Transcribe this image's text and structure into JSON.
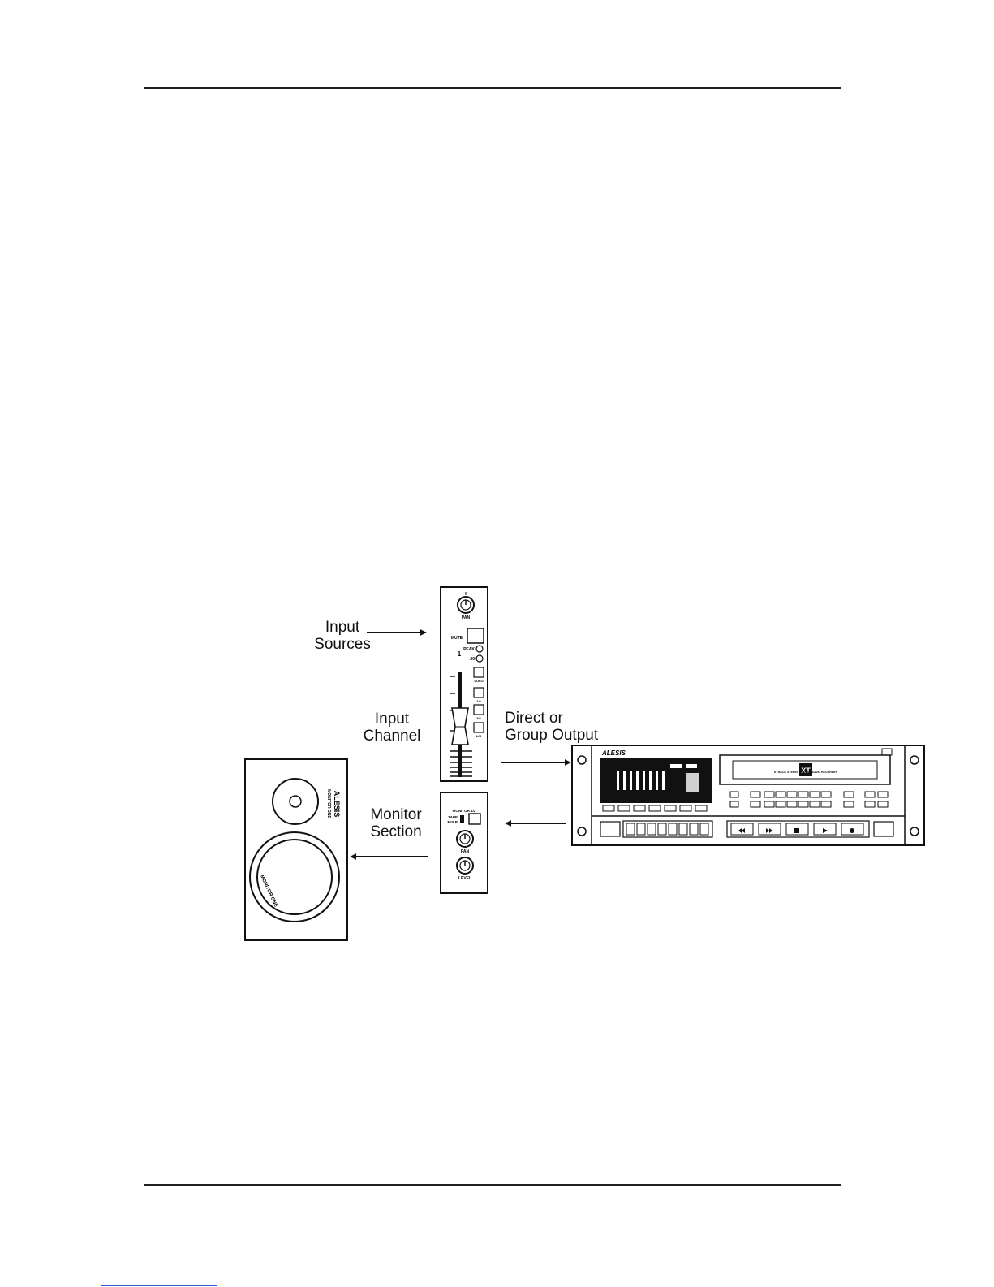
{
  "diagram": {
    "labels": {
      "input_sources": [
        "Input",
        "Sources"
      ],
      "input_channel": [
        "Input",
        "Channel"
      ],
      "direct_output": [
        "Direct or",
        "Group Output"
      ],
      "monitor_section": [
        "Monitor",
        "Section"
      ]
    },
    "channel_strip": {
      "pan": "PAN",
      "mute": "MUTE",
      "peak": "PEAK",
      "channel_number": "1",
      "signal": "-20",
      "solo": "SOLO",
      "button_1_2": "1/2",
      "button_3_4": "3/4",
      "button_lr": "L/R"
    },
    "monitor_strip": {
      "source": "MONITOR 1/2",
      "tape": "TAPE",
      "mix_b": "MIX B",
      "pan": "PAN",
      "level": "LEVEL"
    },
    "recorder": {
      "brand": "ALESIS",
      "model": "XT",
      "tape_label": "8 TRACK STEREO DIGITAL AUDIO RECORDER"
    },
    "speaker": {
      "brand": "ALESIS",
      "model": "MONITOR ONE",
      "woofer_label": "MONITOR ONE"
    }
  }
}
